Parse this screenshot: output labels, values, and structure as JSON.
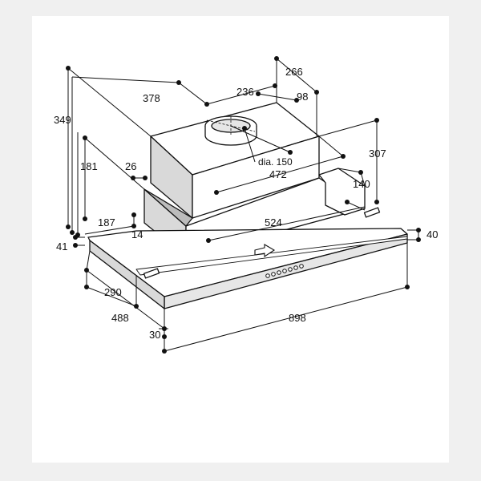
{
  "diagram": {
    "colors": {
      "background": "#f0f0f0",
      "panel": "#ffffff",
      "line": "#111111",
      "shade": "#d9d9d9",
      "dark_shade": "#bcbcbc"
    },
    "dimensions": {
      "d349": "349",
      "d378": "378",
      "d236": "236",
      "d266": "266",
      "d98": "98",
      "d181": "181",
      "d26": "26",
      "d307": "307",
      "d472": "472",
      "dia": "dia. 150",
      "d140": "140",
      "d187": "187",
      "d14": "14",
      "d524": "524",
      "d40": "40",
      "d41": "41",
      "d290": "290",
      "d488": "488",
      "d898": "898",
      "d30": "30"
    }
  }
}
